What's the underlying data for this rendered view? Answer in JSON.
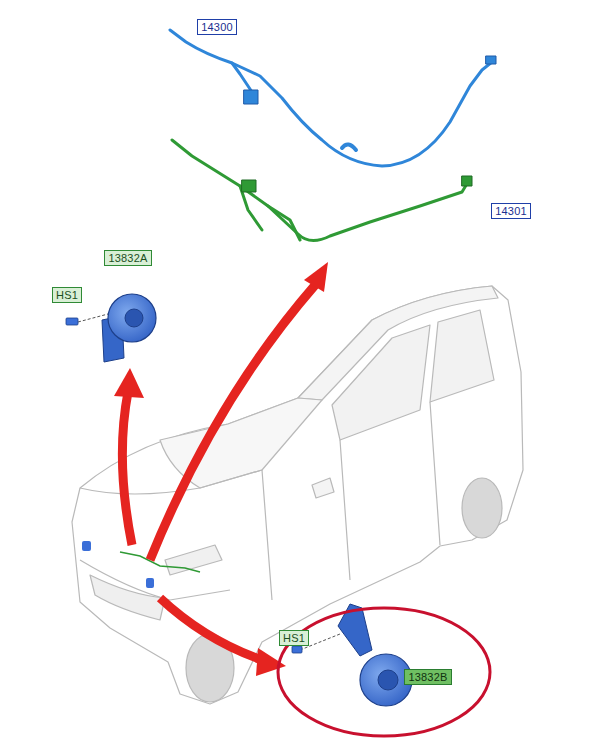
{
  "diagram": {
    "nodes": [
      {
        "text": [
          "14300"
        ]
      },
      {
        "text": [
          "14301"
        ]
      },
      {
        "text": [
          "13832A"
        ]
      },
      {
        "text": [
          "HS1"
        ]
      },
      {
        "text": [
          "HS1"
        ]
      },
      {
        "text": [
          "13832B"
        ]
      }
    ]
  }
}
